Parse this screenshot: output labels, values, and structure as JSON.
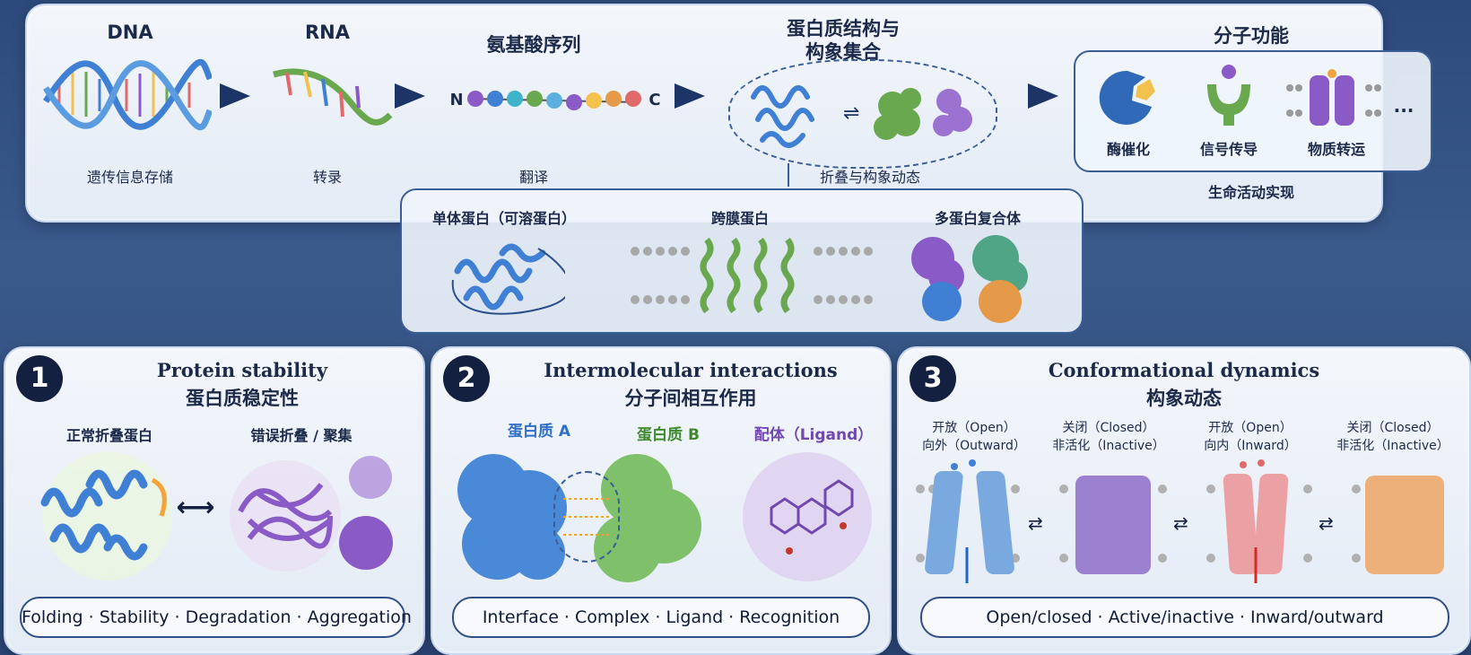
{
  "top": {
    "dna": {
      "title": "DNA",
      "caption": "遗传信息存储"
    },
    "rna": {
      "title": "RNA",
      "caption": "转录"
    },
    "aa": {
      "title": "氨基酸序列",
      "caption": "翻译",
      "n_term": "N",
      "c_term": "C"
    },
    "structure": {
      "title_line1": "蛋白质结构与",
      "title_line2": "构象集合",
      "caption": "折叠与构象动态"
    },
    "function": {
      "title": "分子功能",
      "items": [
        "酶催化",
        "信号传导",
        "物质转运"
      ],
      "more": "...",
      "caption": "生命活动实现"
    },
    "types": [
      "单体蛋白（可溶蛋白）",
      "跨膜蛋白",
      "多蛋白复合体"
    ]
  },
  "panels": [
    {
      "number": "1",
      "title_en": "Protein stability",
      "title_zh": "蛋白质稳定性",
      "left_label": "正常折叠蛋白",
      "right_label": "错误折叠 / 聚集",
      "footer": "Folding · Stability · Degradation · Aggregation"
    },
    {
      "number": "2",
      "title_en": "Intermolecular interactions",
      "title_zh": "分子间相互作用",
      "labels": [
        "蛋白质 A",
        "蛋白质 B",
        "配体（Ligand）"
      ],
      "footer": "Interface · Complex · Ligand · Recognition"
    },
    {
      "number": "3",
      "title_en": "Conformational dynamics",
      "title_zh": "构象动态",
      "states": [
        {
          "l1": "开放（Open）",
          "l2": "向外（Outward）"
        },
        {
          "l1": "关闭（Closed）",
          "l2": "非活化（Inactive）"
        },
        {
          "l1": "开放（Open）",
          "l2": "向内（Inward）"
        },
        {
          "l1": "关闭（Closed）",
          "l2": "非活化（Inactive）"
        }
      ],
      "footer": "Open/closed · Active/inactive · Inward/outward"
    }
  ],
  "colors": {
    "blue": "#3f7fd4",
    "green": "#6aa84f",
    "purple": "#8a5bc7",
    "orange": "#e59a4a",
    "red": "#e06a6a"
  }
}
